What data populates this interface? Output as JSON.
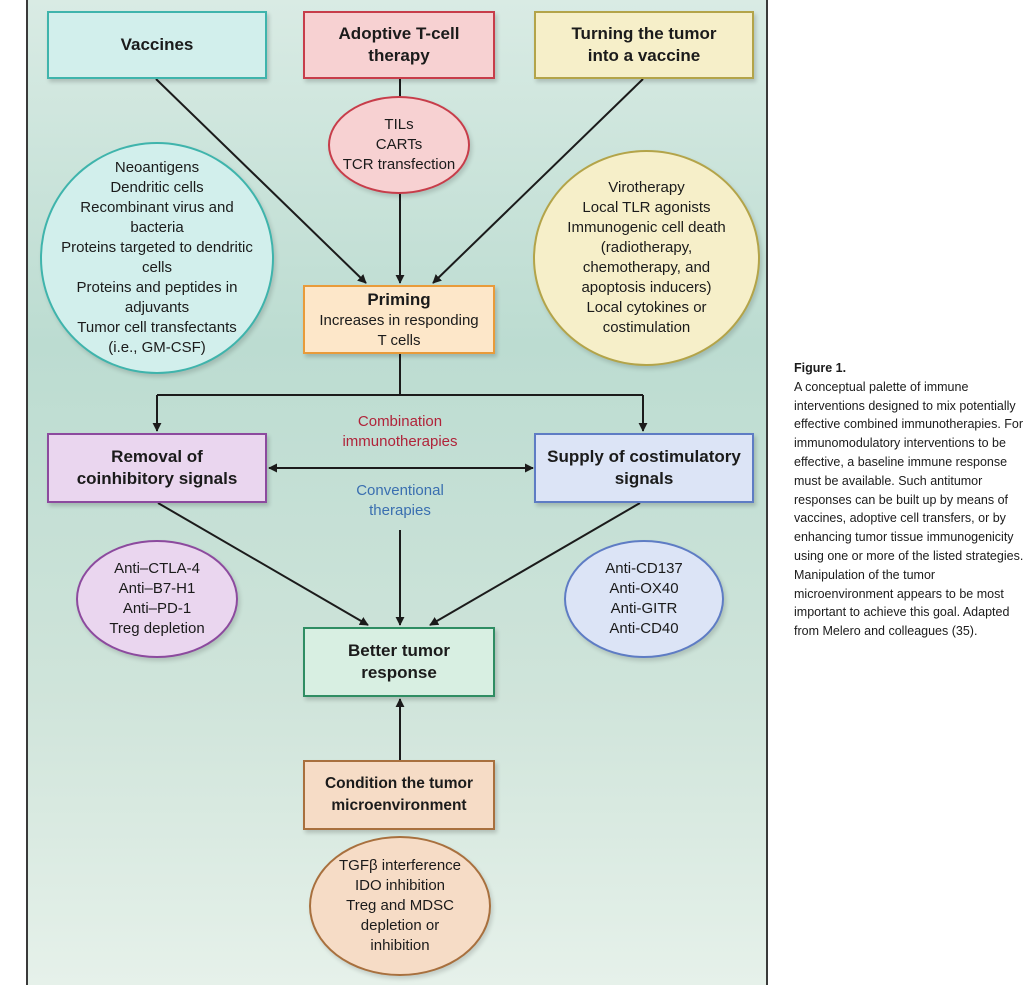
{
  "boxes": {
    "vaccines": {
      "title": "Vaccines"
    },
    "adoptive": {
      "title_l1": "Adoptive T-cell",
      "title_l2": "therapy"
    },
    "turning": {
      "title_l1": "Turning the tumor",
      "title_l2": "into a vaccine"
    },
    "priming": {
      "title": "Priming",
      "sub_l1": "Increases in responding",
      "sub_l2": "T cells"
    },
    "removal": {
      "title_l1": "Removal of",
      "title_l2": "coinhibitory signals"
    },
    "supply": {
      "title_l1": "Supply of costimulatory",
      "title_l2": "signals"
    },
    "better": {
      "title_l1": "Better tumor",
      "title_l2": "response"
    },
    "condition": {
      "title_l1": "Condition the tumor",
      "title_l2": "microenvironment"
    }
  },
  "ovals": {
    "adoptive": [
      "TILs",
      "CARTs",
      "TCR transfection"
    ],
    "vaccines": [
      "Neoantigens",
      "Dendritic cells",
      "Recombinant virus and",
      "bacteria",
      "Proteins targeted to dendritic",
      "cells",
      "Proteins and peptides in",
      "adjuvants",
      "Tumor cell transfectants",
      "(i.e., GM-CSF)"
    ],
    "turning": [
      "Virotherapy",
      "Local TLR agonists",
      "Immunogenic cell death",
      "(radiotherapy,",
      "chemotherapy, and",
      "apoptosis inducers)",
      "Local cytokines or",
      "costimulation"
    ],
    "removal": [
      "Anti–CTLA-4",
      "Anti–B7-H1",
      "Anti–PD-1",
      "Treg depletion"
    ],
    "supply": [
      "Anti-CD137",
      "Anti-OX40",
      "Anti-GITR",
      "Anti-CD40"
    ],
    "condition": [
      "TGFβ interference",
      "IDO inhibition",
      "Treg and MDSC",
      "depletion or",
      "inhibition"
    ]
  },
  "labels": {
    "combination_l1": "Combination",
    "combination_l2": "immunotherapies",
    "conventional_l1": "Conventional",
    "conventional_l2": "therapies"
  },
  "caption": {
    "title": "Figure 1.",
    "text": "A conceptual palette of immune interventions designed to mix potentially effective combined immunotherapies. For immunomodulatory interventions to be effective, a baseline immune response must be available. Such antitumor responses can be built up by means of vaccines, adoptive cell transfers, or by enhancing tumor tissue immunogenicity using one or more of the listed strategies. Manipulation of the tumor microenvironment appears to be most important to achieve this goal. Adapted from Melero and colleagues (35)."
  },
  "colors": {
    "vaccines_fill": "#d2efec",
    "vaccines_border": "#3fb4ac",
    "adoptive_fill": "#f7d1d2",
    "adoptive_border": "#c73d4a",
    "turning_fill": "#f6efc9",
    "turning_border": "#b3a449",
    "priming_fill": "#fde7c9",
    "priming_border": "#e89b3a",
    "removal_fill": "#ead6ef",
    "removal_border": "#8c4a9e",
    "supply_fill": "#dce4f6",
    "supply_border": "#5e7cc4",
    "better_fill": "#d8efe2",
    "better_border": "#2f8d63",
    "condition_fill": "#f6dcc6",
    "condition_border": "#a8703e",
    "combination_text": "#b0243a",
    "conventional_text": "#3a6fb0",
    "arrow": "#1b1b1b"
  }
}
